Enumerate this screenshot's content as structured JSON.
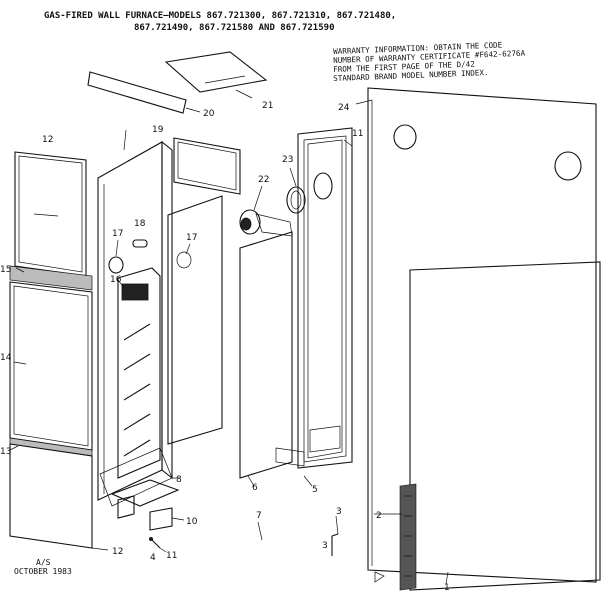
{
  "header": {
    "title_line1": "GAS-FIRED WALL FURNACE—MODELS 867.721300, 867.721310, 867.721480,",
    "title_line2": "867.721490, 867.721580 AND 867.721590"
  },
  "warranty": {
    "line1": "WARRANTY INFORMATION:  OBTAIN THE CODE",
    "line2": "NUMBER OF WARRANTY CERTIFICATE #F642-6276A",
    "line3": "FROM THE FIRST PAGE OF THE D/42",
    "line4": "STANDARD BRAND MODEL NUMBER INDEX."
  },
  "footer": {
    "line1": "A/S",
    "line2": "OCTOBER 1983"
  },
  "callouts": {
    "c1": "1",
    "c2": "2",
    "c3": "3",
    "c3b": "3",
    "c4": "4",
    "c5": "5",
    "c6": "6",
    "c7": "7",
    "c8": "8",
    "c10": "10",
    "c11": "11",
    "c11b": "11",
    "c12": "12",
    "c12b": "12",
    "c13": "13",
    "c14": "14",
    "c15": "15",
    "c16": "16",
    "c17": "17",
    "c17b": "17",
    "c18": "18",
    "c19": "19",
    "c20": "20",
    "c21": "21",
    "c22": "22",
    "c23": "23",
    "c24": "24"
  }
}
